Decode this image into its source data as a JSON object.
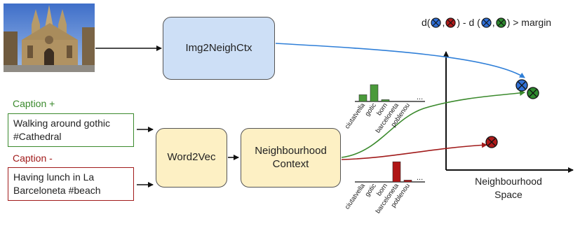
{
  "nodes": {
    "img2neighctx": "Img2NeighCtx",
    "word2vec": "Word2Vec",
    "neighbourhood_context": [
      "Neighbourhood",
      "Context"
    ]
  },
  "captions": {
    "positive": {
      "label": "Caption +",
      "text": [
        "Walking around gothic",
        "#Cathedral"
      ]
    },
    "negative": {
      "label": "Caption -",
      "text": [
        "Having lunch in La",
        "Barceloneta #beach"
      ]
    }
  },
  "embedding_space": {
    "axis_title": [
      "Neighbourhood",
      "Space"
    ],
    "loss_formula": {
      "prefix": "d(",
      "sep": ",",
      "mid": ") - d (",
      "suffix": ") > margin"
    }
  },
  "chart_data": [
    {
      "type": "bar",
      "categories": [
        "ciutatvella",
        "gotic",
        "born",
        "barceloneta",
        "poblenou"
      ],
      "values": [
        0.3,
        0.75,
        0.08,
        0.0,
        0.0
      ],
      "ellipsis": "...",
      "color": "#4a9a3a",
      "ylim": [
        0,
        1
      ]
    },
    {
      "type": "bar",
      "categories": [
        "ciutatvella",
        "gotic",
        "born",
        "barceloneta",
        "poblenou"
      ],
      "values": [
        0.0,
        0.0,
        0.0,
        0.9,
        0.08
      ],
      "ellipsis": "...",
      "color": "#b01515",
      "ylim": [
        0,
        1
      ]
    }
  ],
  "colors": {
    "positive": "#3b8a2d",
    "negative": "#a11b1b",
    "image_embedding": "#2f7fd8",
    "marker_blue": "#2f6fd6",
    "marker_green": "#2e8a2e",
    "marker_red": "#b01a1a"
  }
}
